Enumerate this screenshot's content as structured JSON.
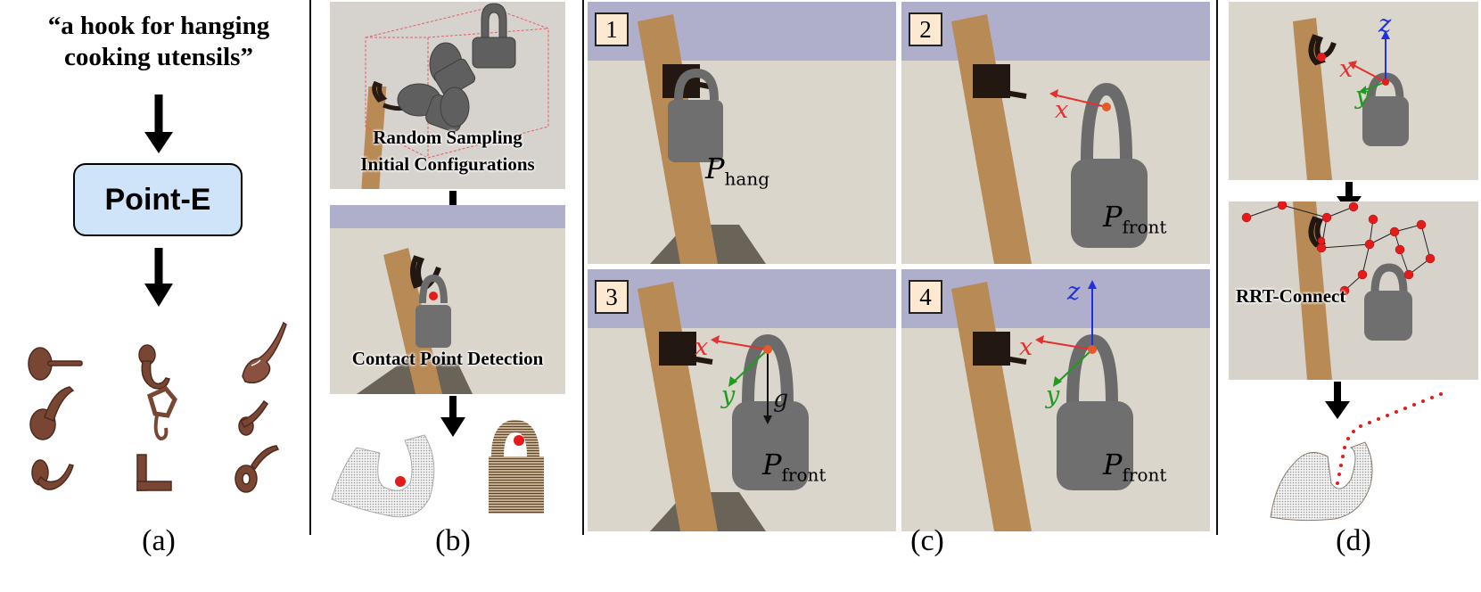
{
  "panel_a": {
    "prompt": "“a hook for hanging cooking utensils”",
    "model_box": "Point-E",
    "label": "(a)"
  },
  "panel_b": {
    "sampling_text_line1": "Random Sampling",
    "sampling_text_line2": "Initial Configurations",
    "contact_text": "Contact Point Detection",
    "label": "(b)"
  },
  "panel_c": {
    "steps": [
      {
        "badge": "1",
        "pose": "P",
        "pose_sub": "hang"
      },
      {
        "badge": "2",
        "pose": "P",
        "pose_sub": "front",
        "axes": [
          "x"
        ]
      },
      {
        "badge": "3",
        "pose": "P",
        "pose_sub": "front",
        "axes": [
          "x",
          "y",
          "g"
        ]
      },
      {
        "badge": "4",
        "pose": "P",
        "pose_sub": "front",
        "axes": [
          "z",
          "x",
          "y"
        ]
      }
    ],
    "label": "(c)"
  },
  "panel_d": {
    "axes": [
      "z",
      "x",
      "y"
    ],
    "planner_text": "RRT-Connect",
    "label": "(d)"
  },
  "colors": {
    "model_box_fill": "#cfe4f8",
    "badge_fill": "#fde8d2",
    "sky": "#afafcc",
    "floor": "#dbd6cc",
    "board": "#b88a55",
    "lock": "#6f6f6f",
    "x_axis": "#e53030",
    "y_axis": "#1f9b1f",
    "z_axis": "#2030e0",
    "contact_point": "#e51b1b"
  },
  "icons": [
    "down-arrow-icon",
    "hook-icon",
    "padlock-icon",
    "point-cloud-icon",
    "coordinate-axes-icon"
  ]
}
